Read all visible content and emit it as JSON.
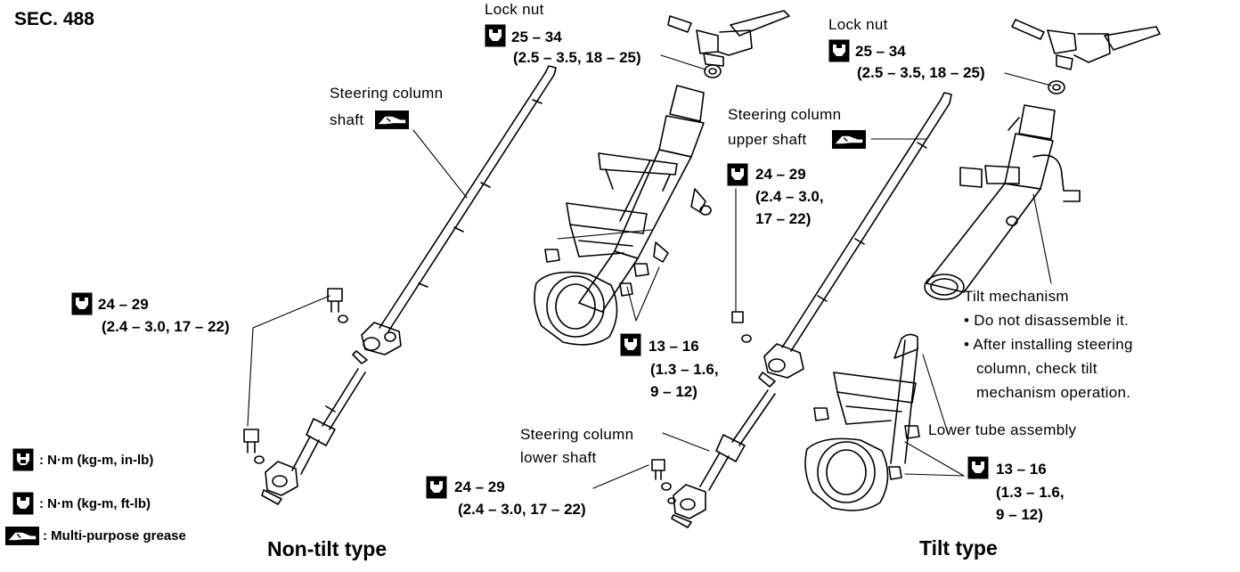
{
  "section": "SEC. 488",
  "types": {
    "non_tilt": "Non-tilt type",
    "tilt": "Tilt type"
  },
  "labels": {
    "lock_nut_left": "Lock nut",
    "lock_nut_right": "Lock nut",
    "shaft_line1": "Steering column",
    "shaft_line2": "shaft",
    "upper_shaft_line1": "Steering column",
    "upper_shaft_line2": "upper shaft",
    "lower_shaft_line1": "Steering column",
    "lower_shaft_line2": "lower shaft",
    "tilt_mechanism": "Tilt mechanism",
    "tilt_note_1": "• Do not disassemble it.",
    "tilt_note_2": "• After installing steering",
    "tilt_note_3": "column, check tilt",
    "tilt_note_4": "mechanism operation.",
    "lower_tube": "Lower tube assembly"
  },
  "torques": {
    "lock_nut_left": {
      "value": "25 – 34",
      "sub": "(2.5 – 3.5, 18 – 25)"
    },
    "lock_nut_right": {
      "value": "25 – 34",
      "sub": "(2.5 – 3.5, 18 – 25)"
    },
    "nontilt_joint": {
      "value": "24 – 29",
      "sub": "(2.4 – 3.0, 17 – 22)"
    },
    "tilt_bracket": {
      "value": "24 – 29",
      "sub1": "(2.4 – 3.0,",
      "sub2": "17 – 22)"
    },
    "nontilt_nuts": {
      "value": "13 – 16",
      "sub1": "(1.3 – 1.6,",
      "sub2": "9 – 12)"
    },
    "lower_joint": {
      "value": "24 – 29",
      "sub": "(2.4 – 3.0, 17 – 22)"
    },
    "tilt_nuts": {
      "value": "13 – 16",
      "sub1": "(1.3 – 1.6,",
      "sub2": "9 – 12)"
    }
  },
  "legend": {
    "nm_kgm_inlb": ": N·m (kg-m, in-lb)",
    "nm_kgm_ftlb": ": N·m (kg-m, ft-lb)",
    "grease": ": Multi-purpose grease"
  }
}
